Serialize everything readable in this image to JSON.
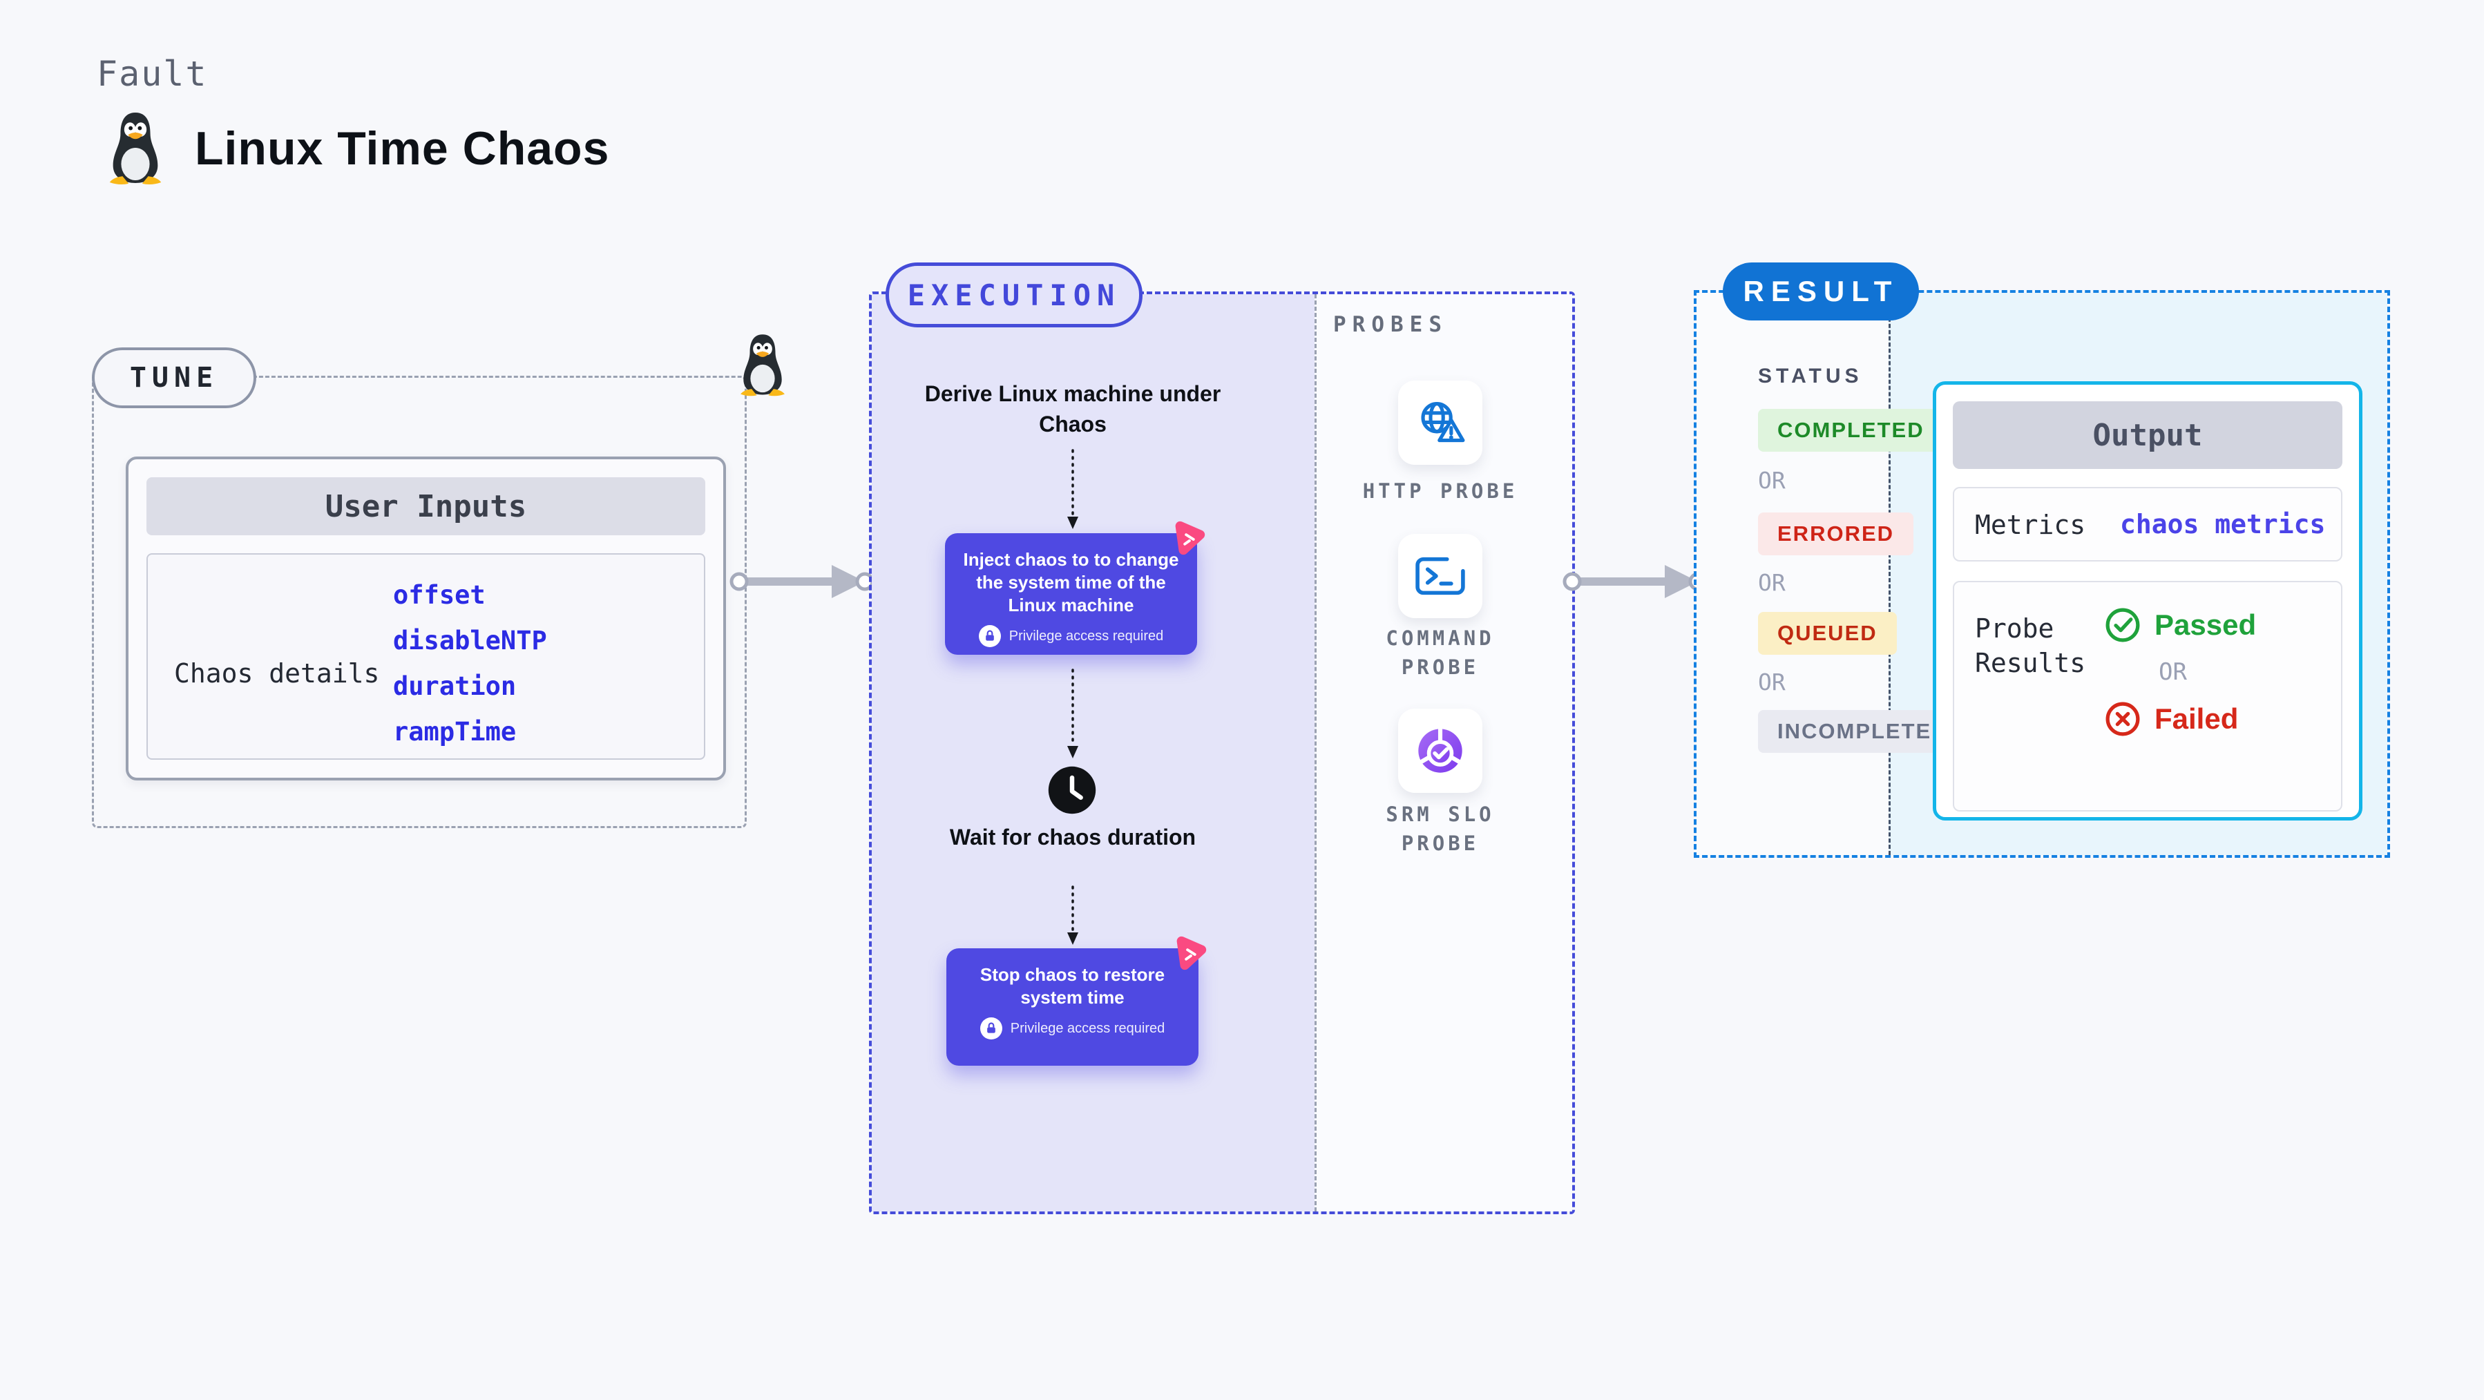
{
  "page": {
    "kicker": "Fault",
    "title": "Linux Time Chaos"
  },
  "tune": {
    "badge": "TUNE",
    "card_title": "User Inputs",
    "row_label": "Chaos details",
    "values": [
      "offset",
      "disableNTP",
      "duration",
      "rampTime"
    ]
  },
  "execution": {
    "badge": "EXECUTION",
    "derive_text": "Derive Linux machine under Chaos",
    "inject_card": {
      "text": "Inject chaos to to change the system time of the Linux machine",
      "privilege_note": "Privilege access required"
    },
    "wait_text": "Wait for chaos duration",
    "stop_card": {
      "text": "Stop chaos to restore system time",
      "privilege_note": "Privilege access required"
    }
  },
  "probes": {
    "label": "PROBES",
    "items": [
      {
        "label": "HTTP PROBE",
        "icon": "globe-alert-icon"
      },
      {
        "label": "COMMAND PROBE",
        "icon": "terminal-icon"
      },
      {
        "label": "SRM SLO PROBE",
        "icon": "slo-donut-check-icon"
      }
    ]
  },
  "result": {
    "badge": "RESULT",
    "status": {
      "label": "STATUS",
      "or_label": "OR",
      "items": [
        {
          "label": "COMPLETED",
          "text_color": "#1D8A28",
          "bg_color": "#DFF4DD"
        },
        {
          "label": "ERRORED",
          "text_color": "#CE2417",
          "bg_color": "#FBE8E8"
        },
        {
          "label": "QUEUED",
          "text_color": "#C02A12",
          "bg_color": "#FBEFC5"
        },
        {
          "label": "INCOMPLETED",
          "text_color": "#6A7287",
          "bg_color": "#E9EAF1"
        }
      ]
    },
    "output": {
      "title": "Output",
      "metrics_label": "Metrics",
      "metrics_value": "chaos metrics",
      "probe_results_label": "Probe Results",
      "passed_label": "Passed",
      "or_label": "OR",
      "failed_label": "Failed"
    }
  },
  "colors": {
    "background": "#F7F8FB",
    "indigo_accent": "#454CD9",
    "indigo_card": "#4F49E2",
    "purple_panel": "#E4E4F9",
    "pink_logo": "#FA4A81",
    "result_badge_blue": "#1173D4",
    "result_border_blue": "#1581E2",
    "output_border_cyan": "#14B5E9",
    "result_panel_blue": "#E8F5FC",
    "probe_icon_blue": "#1476D6",
    "srm_purple": "#8B4DEE",
    "passed_green": "#1FA23B",
    "failed_red": "#D6281A",
    "values_blue": "#2B2BE4",
    "gray_border": "#9AA1B1",
    "connector_gray": "#B4B8C6"
  }
}
